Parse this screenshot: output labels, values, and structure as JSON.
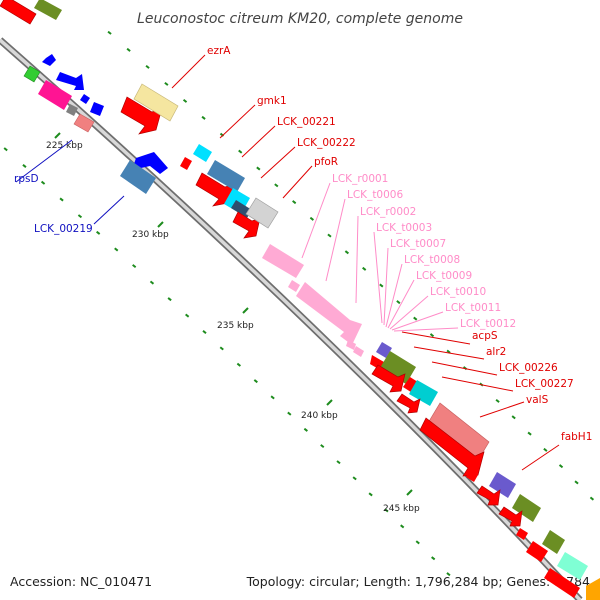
{
  "map": {
    "title": "Leuconostoc citreum KM20, complete genome",
    "accession": "Accession: NC_010471",
    "topology": "Topology: circular; Length: 1,796,284 bp; Genes: 1,784",
    "colors": {
      "backbone": "#b0b0b0",
      "backbone_edge": "#6e6e6e",
      "tick": "#1e8c1e",
      "label_red": "#e00000",
      "label_pink": "#ff8cc8",
      "label_blue": "#1010c0"
    },
    "tick_labels": [
      "225 kbp",
      "230 kbp",
      "235 kbp",
      "240 kbp",
      "245 kbp"
    ],
    "labels_red": [
      "ezrA",
      "gmk1",
      "LCK_00221",
      "LCK_00222",
      "pfoR",
      "acpS",
      "alr2",
      "LCK_00226",
      "LCK_00227",
      "valS",
      "fabH1"
    ],
    "labels_pink": [
      "LCK_r0001",
      "LCK_t0006",
      "LCK_r0002",
      "LCK_t0003",
      "LCK_t0007",
      "LCK_t0008",
      "LCK_t0009",
      "LCK_t0010",
      "LCK_t0011",
      "LCK_t0012"
    ],
    "labels_blue": [
      "rpsD",
      "LCK_00219"
    ],
    "features": [
      {
        "color": "#ff0000",
        "arrow": true
      },
      {
        "color": "#f5e6a0",
        "arrow": false
      },
      {
        "color": "#ff0000",
        "arrow": true
      },
      {
        "color": "#00e0ff",
        "arrow": false
      },
      {
        "color": "#4682b4",
        "arrow": false
      },
      {
        "color": "#d3d3d3",
        "arrow": false
      },
      {
        "color": "#ffaad4",
        "arrow": true
      },
      {
        "color": "#6a5acd",
        "arrow": false
      },
      {
        "color": "#6b8e23",
        "arrow": false
      },
      {
        "color": "#fa8072",
        "arrow": false
      },
      {
        "color": "#3cb371",
        "arrow": false
      },
      {
        "color": "#0000ff",
        "arrow": true
      },
      {
        "color": "#ff1493",
        "arrow": false
      },
      {
        "color": "#808080",
        "arrow": false
      },
      {
        "color": "#32cd32",
        "arrow": false
      },
      {
        "color": "#7fffd4",
        "arrow": false
      },
      {
        "color": "#ffa500",
        "arrow": false
      }
    ]
  }
}
